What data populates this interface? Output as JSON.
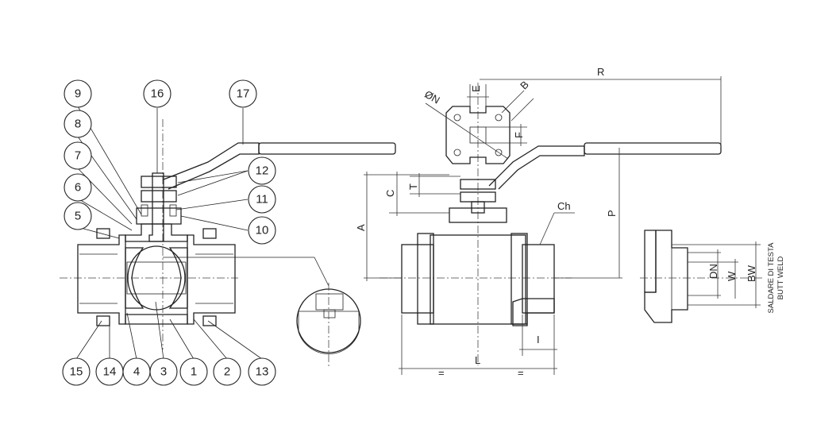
{
  "colors": {
    "yellow": "#f7d21c",
    "orange": "#f39a2b",
    "green": "#8fc79a",
    "blue": "#b6dcf2",
    "pink": "#f4c3d6",
    "cyan": "#3aa6d8",
    "grey": "#e4e4e4",
    "line": "#222222"
  },
  "part_numbers": {
    "p1": "1",
    "p2": "2",
    "p3": "3",
    "p4": "4",
    "p5": "5",
    "p6": "6",
    "p7": "7",
    "p8": "8",
    "p9": "9",
    "p10": "10",
    "p11": "11",
    "p12": "12",
    "p13": "13",
    "p14": "14",
    "p15": "15",
    "p16": "16",
    "p17": "17"
  },
  "dimensions": {
    "R": "R",
    "E": "E",
    "B": "B",
    "N": "ØN",
    "F": "F",
    "T": "T",
    "C": "C",
    "A": "A",
    "P": "P",
    "Ch": "Ch",
    "I": "I",
    "L": "L",
    "eq": "=",
    "DN": "DN",
    "W": "W",
    "BW": "BW"
  },
  "side_label": {
    "line1": "SALDARE DI TESTA",
    "line2": "BUTT WELD"
  }
}
